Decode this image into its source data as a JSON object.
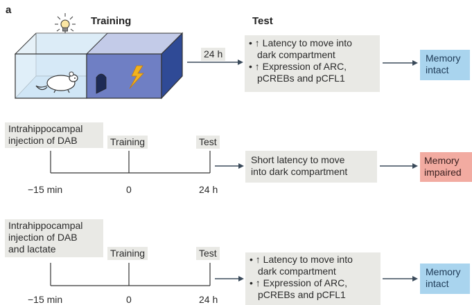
{
  "panel_letter": "a",
  "training_heading": "Training",
  "test_heading": "Test",
  "delay_label": "24 h",
  "rows": [
    {
      "test_lines": [
        "• ↑ Latency to move into",
        "dark compartment",
        "• ↑ Expression of ARC,",
        "pCREBs and pCFL1"
      ],
      "outcome_lines": [
        "Memory",
        "intact"
      ],
      "outcome_color": "#a9d4ee"
    },
    {
      "injection_lines": [
        "Intrahippocampal",
        "injection of DAB"
      ],
      "training_label": "Training",
      "test_label": "Test",
      "ticks": [
        "−15 min",
        "0",
        "24 h"
      ],
      "test_lines": [
        "Short latency to move",
        "into dark compartment"
      ],
      "outcome_lines": [
        "Memory",
        "impaired"
      ],
      "outcome_color": "#f2aba1"
    },
    {
      "injection_lines": [
        "Intrahippocampal",
        "injection of DAB",
        "and lactate"
      ],
      "training_label": "Training",
      "test_label": "Test",
      "ticks": [
        "−15 min",
        "0",
        "24 h"
      ],
      "test_lines": [
        "• ↑ Latency to move into",
        "dark compartment",
        "• ↑ Expression of ARC,",
        "pCREBs and pCFL1"
      ],
      "outcome_lines": [
        "Memory",
        "intact"
      ],
      "outcome_color": "#a9d4ee"
    }
  ],
  "colors": {
    "box_grey": "#e9e9e5",
    "arrow": "#3a4a5a",
    "chamber_light": "#d6eaf6",
    "chamber_dark_front": "#2f4a96",
    "chamber_dark_side": "#4d63b0",
    "bolt": "#f2b21c"
  },
  "icons": [
    "light-bulb-icon",
    "lightning-bolt-icon",
    "mouse-icon"
  ]
}
